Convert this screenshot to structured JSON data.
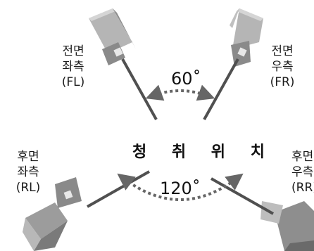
{
  "diagram": {
    "listening_position": "청 취 위 치",
    "angle_front": "60˚",
    "angle_rear": "120˚",
    "speakers": {
      "front_left": {
        "line1": "전면",
        "line2": "좌측",
        "code": "(FL)"
      },
      "front_right": {
        "line1": "전면",
        "line2": "우측",
        "code": "(FR)"
      },
      "rear_left": {
        "line1": "후면",
        "line2": "좌측",
        "code": "(RL)"
      },
      "rear_right": {
        "line1": "후면",
        "line2": "우측",
        "code": "(RR)"
      }
    },
    "colors": {
      "speaker_light": "#c9c9c9",
      "speaker_mid": "#9a9a9a",
      "speaker_dark": "#6e6e6e",
      "line": "#505050",
      "arc": "#666666"
    }
  }
}
